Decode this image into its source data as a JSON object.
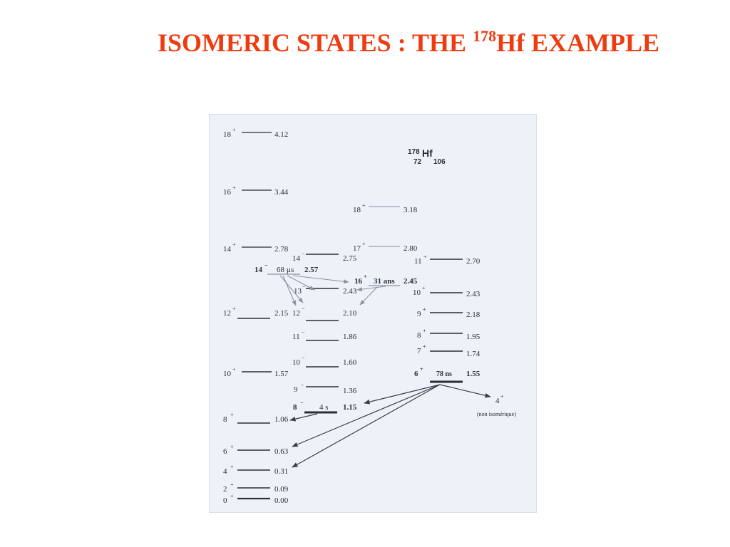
{
  "slide": {
    "title_prefix": "ISOMERIC STATES : THE ",
    "title_mass": "178",
    "title_suffix": "Hf EXAMPLE",
    "title_color": "#ee3b0f"
  },
  "diagram": {
    "nucleus": {
      "mass": "178",
      "symbol": "Hf",
      "z": "72",
      "n": "106"
    },
    "left_band": [
      {
        "spin": "18",
        "parity": "+",
        "energy": "4.12"
      },
      {
        "spin": "16",
        "parity": "+",
        "energy": "3.44"
      },
      {
        "spin": "14",
        "parity": "+",
        "energy": "2.78"
      },
      {
        "spin": "12",
        "parity": "+",
        "energy": "2.15"
      },
      {
        "spin": "10",
        "parity": "+",
        "energy": "1.57"
      },
      {
        "spin": "8",
        "parity": "+",
        "energy": "1.06"
      },
      {
        "spin": "6",
        "parity": "+",
        "energy": "0.63"
      },
      {
        "spin": "4",
        "parity": "+",
        "energy": "0.31"
      },
      {
        "spin": "2",
        "parity": "+",
        "energy": "0.09"
      },
      {
        "spin": "0",
        "parity": "+",
        "energy": "0.00"
      }
    ],
    "middle_band": [
      {
        "spin": "14",
        "parity": "−",
        "energy": "2.75"
      },
      {
        "spin": "13",
        "parity": "−",
        "energy": "2.43"
      },
      {
        "spin": "12",
        "parity": "−",
        "energy": "2.10"
      },
      {
        "spin": "11",
        "parity": "−",
        "energy": "1.86"
      },
      {
        "spin": "10",
        "parity": "−",
        "energy": "1.60"
      },
      {
        "spin": "9",
        "parity": "−",
        "energy": "1.36"
      }
    ],
    "right_upper_band": [
      {
        "spin": "18",
        "parity": "+",
        "energy": "3.18"
      },
      {
        "spin": "17",
        "parity": "+",
        "energy": "2.80"
      }
    ],
    "right_band": [
      {
        "spin": "11",
        "parity": "+",
        "energy": "2.70"
      },
      {
        "spin": "10",
        "parity": "+",
        "energy": "2.43"
      },
      {
        "spin": "9",
        "parity": "+",
        "energy": "2.18"
      },
      {
        "spin": "8",
        "parity": "+",
        "energy": "1.95"
      },
      {
        "spin": "7",
        "parity": "+",
        "energy": "1.74"
      }
    ],
    "isomers": [
      {
        "spin": "14",
        "parity": "−",
        "halflife": "68 µs",
        "energy": "2.57"
      },
      {
        "spin": "16",
        "parity": "+",
        "halflife": "31 ans",
        "energy": "2.45"
      },
      {
        "spin": "8",
        "parity": "−",
        "halflife": "4 s",
        "energy": "1.15"
      },
      {
        "spin": "6",
        "parity": "+",
        "halflife": "78 ns",
        "energy": "1.55"
      }
    ],
    "side_state": {
      "spin": "4",
      "parity": "+",
      "note": "(non isomérique)"
    }
  }
}
